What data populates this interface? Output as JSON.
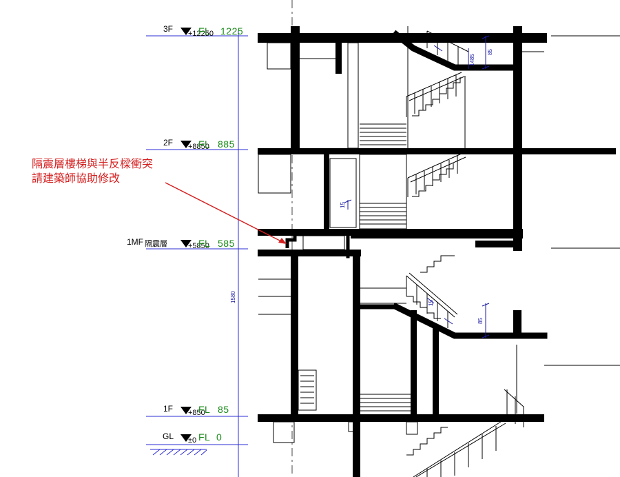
{
  "levels": [
    {
      "id": "3f",
      "name": "3F",
      "code": "+12250",
      "fl_label": "FL",
      "fl_value": "1225"
    },
    {
      "id": "2f",
      "name": "2F",
      "code": "+8850",
      "fl_label": "FL",
      "fl_value": "885"
    },
    {
      "id": "1mf",
      "name": "1MF",
      "name_extra": "隔震層",
      "code": "+5850",
      "fl_label": "FL",
      "fl_value": "585"
    },
    {
      "id": "1f",
      "name": "1F",
      "code": "+850",
      "fl_label": "FL",
      "fl_value": "85"
    },
    {
      "id": "gl",
      "name": "GL",
      "code": "±0",
      "fl_label": "FL",
      "fl_value": "0"
    }
  ],
  "annotation": {
    "line1": "隔震層樓梯與半反樑衝突",
    "line2": "請建築師協助修改"
  },
  "dimensions": {
    "overall": "1580",
    "rail_3f": "85",
    "rail_3f_b": "1485",
    "step_1mf": "15",
    "rail_1mf": "85",
    "rail_mid": "15"
  },
  "colors": {
    "structure": "#000000",
    "level_line": "#2b2bd6",
    "fl_text": "#1a8a1a",
    "annotation": "#d42020",
    "dimension": "#1a1aa0"
  }
}
